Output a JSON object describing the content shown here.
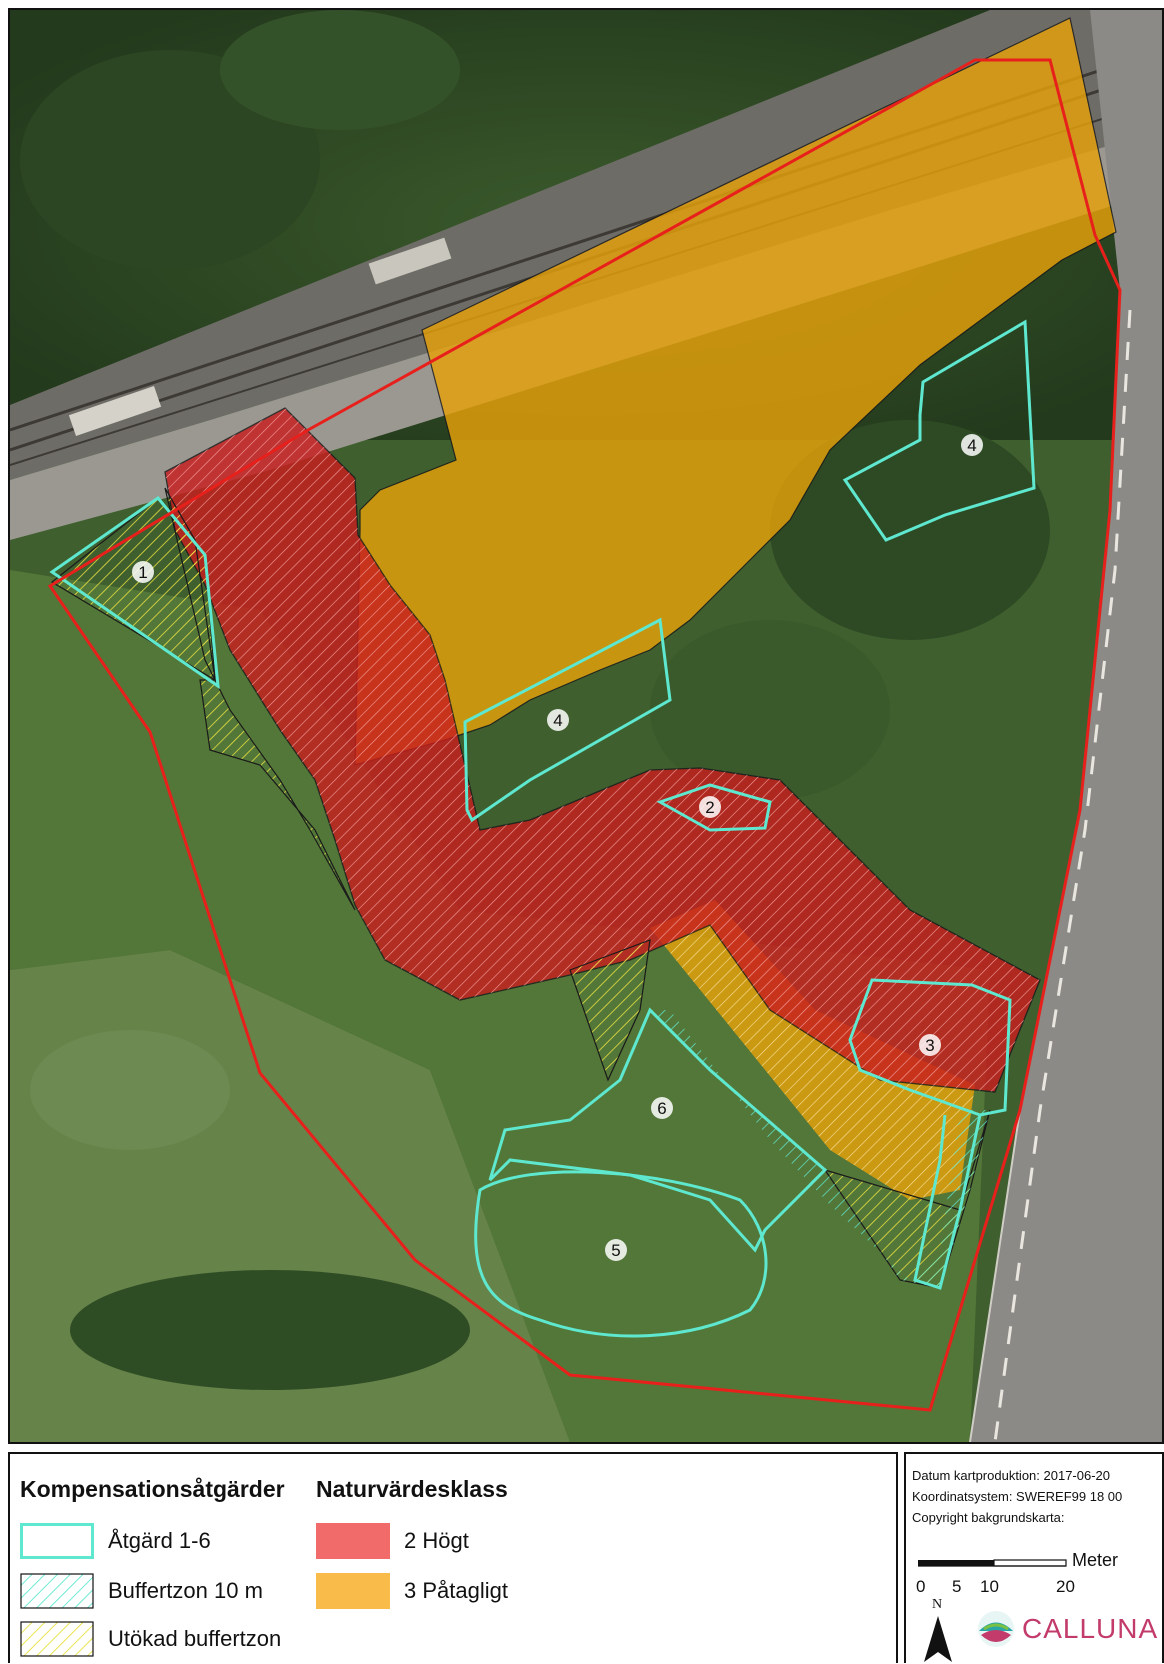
{
  "map": {
    "action_labels": [
      "1",
      "2",
      "3",
      "4",
      "4",
      "5",
      "6"
    ],
    "colors": {
      "boundary": "#e8201c",
      "action_outline": "#5fe8d0",
      "class2_fill": "#c81e1e",
      "class3_fill": "#e6a10a",
      "buffer_hatch": "#5fe8d0",
      "extended_hatch": "#e8e040"
    }
  },
  "legend": {
    "measures_title": "Kompensationsåtgärder",
    "classes_title": "Naturvärdesklass",
    "items": [
      {
        "label": "Åtgärd 1-6",
        "swatch": "outline",
        "color": "#5fe8d0"
      },
      {
        "label": "Buffertzon 10 m",
        "swatch": "hatch",
        "color": "#5fe8d0"
      },
      {
        "label": "Utökad buffertzon",
        "swatch": "hatch",
        "color": "#e8e040"
      },
      {
        "label": "2 Högt",
        "swatch": "fill",
        "color": "#f26b6b"
      },
      {
        "label": "3 Påtagligt",
        "swatch": "fill",
        "color": "#f9bb4a"
      }
    ]
  },
  "info": {
    "date_line": "Datum kartproduktion: 2017-06-20",
    "crs_line": "Koordinatsystem: SWEREF99 18 00",
    "copyright_line": "Copyright bakgrundskarta:",
    "scale_unit": "Meter",
    "scale_ticks": [
      "0",
      "5",
      "10",
      "20"
    ],
    "north_label": "N",
    "logo_text": "CALLUNA"
  }
}
